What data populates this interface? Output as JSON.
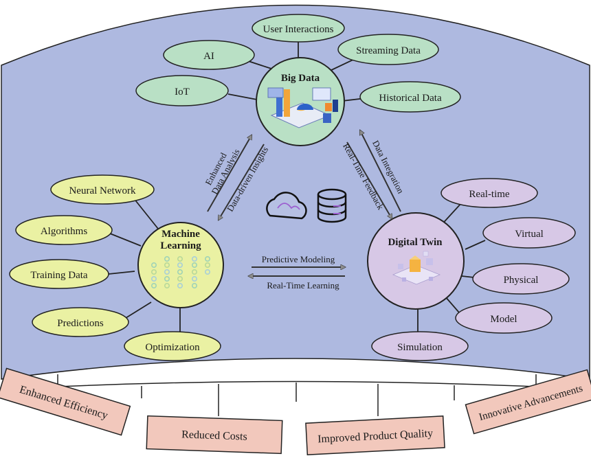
{
  "hubs": {
    "big_data": {
      "label": "Big Data",
      "color": "#b9e0c5"
    },
    "machine_learning": {
      "label_line1": "Machine",
      "label_line2": "Learning",
      "color": "#eaf1a3"
    },
    "digital_twin": {
      "label": "Digital Twin",
      "color": "#d7c8e6"
    }
  },
  "big_data_nodes": {
    "user_interactions": "User Interactions",
    "ai": "AI",
    "streaming_data": "Streaming Data",
    "iot": "IoT",
    "historical_data": "Historical Data"
  },
  "ml_nodes": {
    "neural_network": "Neural Network",
    "algorithms": "Algorithms",
    "training_data": "Training Data",
    "predictions": "Predictions",
    "optimization": "Optimization"
  },
  "dt_nodes": {
    "real_time": "Real-time",
    "virtual": "Virtual",
    "physical": "Physical",
    "model": "Model",
    "simulation": "Simulation"
  },
  "flows": {
    "enhanced_line1": "Enhanced",
    "enhanced_line2": "Data Analysis",
    "data_driven_insights": "Data-driven Insights",
    "data_integration": "Data Integration",
    "real_time_feedback": "Real-Time Feedback",
    "predictive_modeling": "Predictive Modeling",
    "real_time_learning": "Real-Time Learning"
  },
  "outcomes": {
    "enhanced_efficiency": "Enhanced Efficiency",
    "reduced_costs": "Reduced Costs",
    "improved_product_quality": "Improved Product Quality",
    "innovative_advancements": "Innovative Advancements"
  },
  "colors": {
    "background_panel": "#aeb9e0",
    "big_data_node": "#b9e0c5",
    "ml_node": "#eaf1a3",
    "dt_node": "#d7c8e6",
    "outcome_box": "#f2c8bc",
    "arrow_fill": "#9a9a9a"
  }
}
